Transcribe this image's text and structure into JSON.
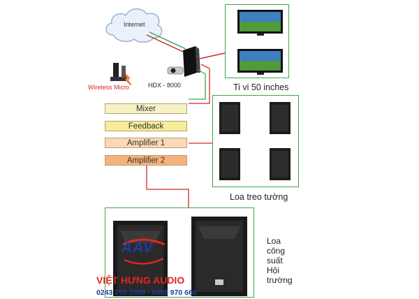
{
  "nodes": {
    "internet": "Internet",
    "wireless_micro": "Wireless Micro",
    "codec": "HDX - 8000",
    "tv": "Ti vi 50 inches",
    "wall_speakers": "Loa treo tường",
    "hall_speakers": [
      "Loa",
      "công",
      "suất",
      "Hội",
      "trường"
    ]
  },
  "chain": [
    {
      "label": "Mixer",
      "color": "#f7f2c6"
    },
    {
      "label": "Feedback",
      "color": "#f6ec9a"
    },
    {
      "label": "Amplifier 1",
      "color": "#fbd9b8"
    },
    {
      "label": "Amplifier 2",
      "color": "#f6b27c"
    }
  ],
  "brand": {
    "logo": "AAV",
    "name": "VIỆT HƯNG AUDIO",
    "phone": "0243 750 2898 - 0988 970 666"
  },
  "colors": {
    "frame": "#3aa74a",
    "wire": "#d9262b",
    "wire_green": "#34a853",
    "brand_red": "#e2261f",
    "brand_blue": "#1f3c9c"
  }
}
